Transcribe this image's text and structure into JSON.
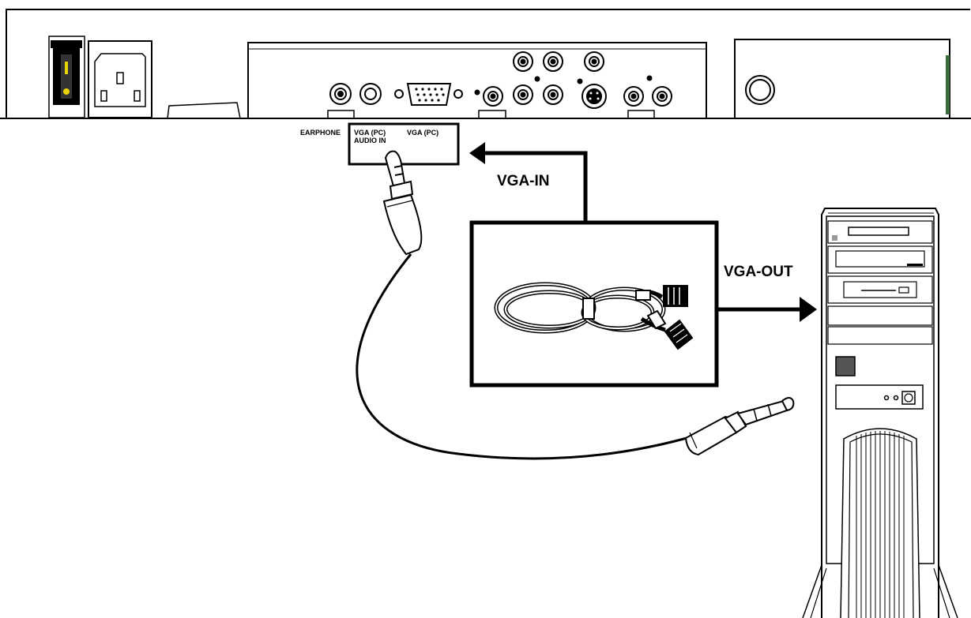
{
  "panel_labels": {
    "earphone": "EARPHONE",
    "vga_pc_audio_line1": "VGA (PC)",
    "vga_pc_audio_line2": "AUDIO IN",
    "vga_pc": "VGA (PC)"
  },
  "arrows": {
    "vga_in": "VGA-IN",
    "vga_out": "VGA-OUT"
  },
  "colors": {
    "line": "#000000",
    "background": "#ffffff",
    "switch_accent": "#e8d400"
  }
}
